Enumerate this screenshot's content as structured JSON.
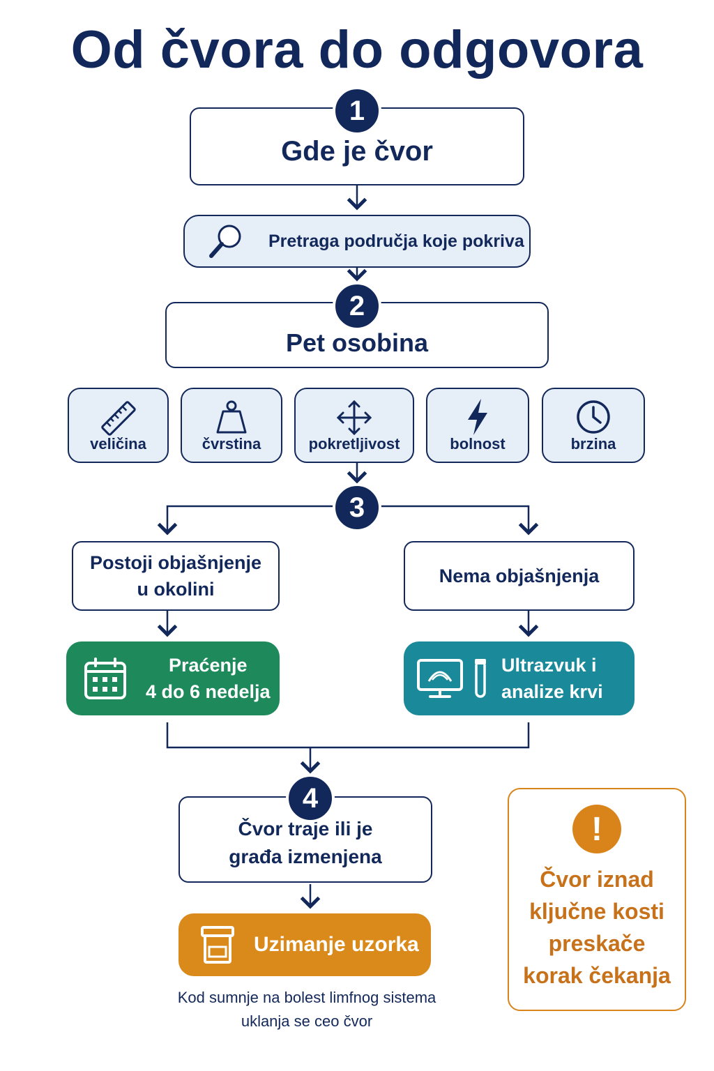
{
  "title": "Od čvora do odgovora",
  "steps": [
    {
      "number": "1",
      "title": "Gde je čvor"
    },
    {
      "number": "2",
      "title": "Pet osobina"
    },
    {
      "number": "3"
    },
    {
      "number": "4",
      "title": "Čvor traje ili je građa izmenjena"
    }
  ],
  "search": {
    "label": "Pretraga područja koje pokriva",
    "icon": "magnifier-icon"
  },
  "traits": [
    {
      "label": "veličina",
      "icon": "ruler-icon"
    },
    {
      "label": "čvrstina",
      "icon": "weight-icon"
    },
    {
      "label": "pokretljivost",
      "icon": "move-arrows-icon"
    },
    {
      "label": "bolnost",
      "icon": "lightning-icon"
    },
    {
      "label": "brzina",
      "icon": "clock-icon"
    }
  ],
  "branches": {
    "left": {
      "line1": "Postoji objašnjenje",
      "line2": "u okolini"
    },
    "right": {
      "label": "Nema objašnjenja"
    }
  },
  "actions": {
    "monitoring": {
      "line1": "Praćenje",
      "line2": "4 do 6 nedelja",
      "icon": "calendar-icon",
      "color": "#1e8a5c"
    },
    "imaging": {
      "line1": "Ultrazvuk i",
      "line2": "analize krvi",
      "icon": "ultrasound-monitor-icon",
      "color": "#1a8a9a"
    },
    "biopsy": {
      "label": "Uzimanje uzorka",
      "icon": "specimen-jar-icon",
      "color": "#d98a1a"
    }
  },
  "footnote": {
    "line1": "Kod sumnje na bolest limfnog sistema",
    "line2": "uklanja se ceo čvor"
  },
  "warning": {
    "icon": "exclamation-icon",
    "lines": [
      "Čvor iznad",
      "ključne kosti",
      "preskače",
      "korak čekanja"
    ],
    "color": "#d9841a"
  },
  "colors": {
    "navy": "#13285a",
    "light_fill": "#e6eef8"
  }
}
